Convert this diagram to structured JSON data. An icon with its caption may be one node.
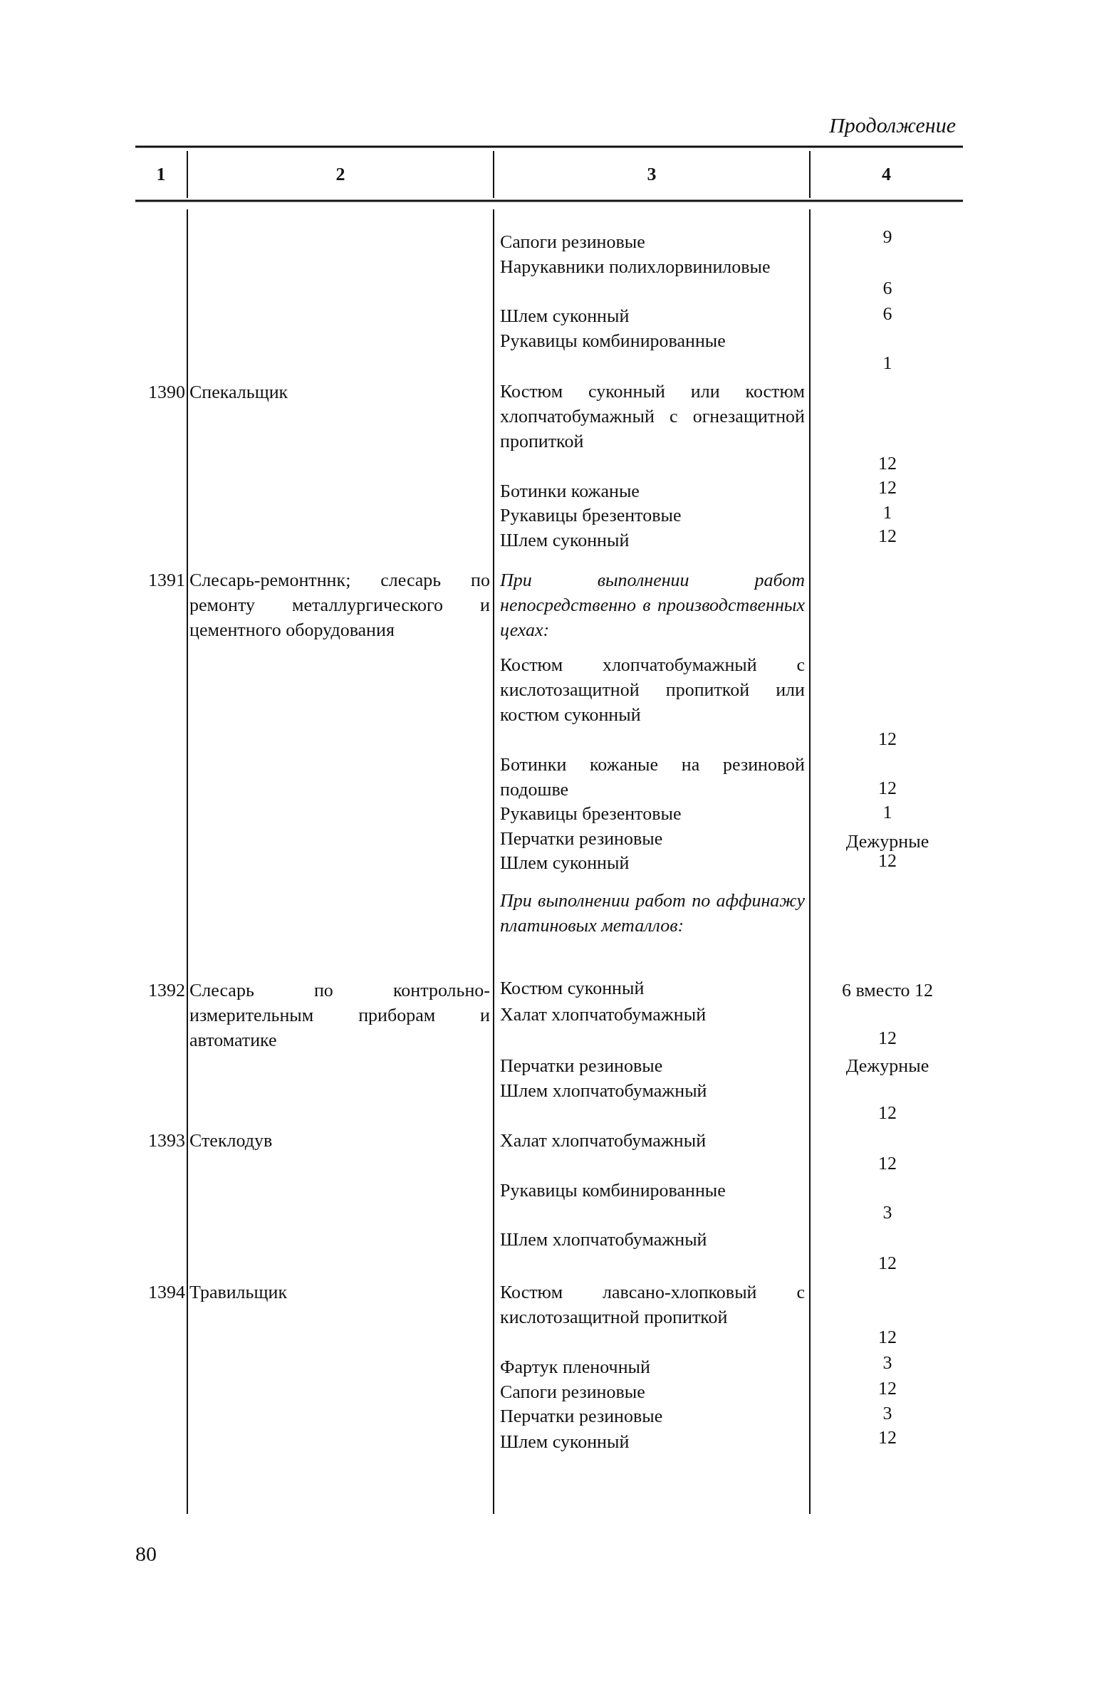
{
  "diagram": {
    "labels": [
      "Продолжение",
      "1",
      "2",
      "3",
      "4",
      "1390",
      "Спекальщик",
      "Сапоги резиновые",
      "9",
      "Нарукавники полихлорвиниловые",
      "6",
      "Шлем суконный",
      "6",
      "Рукавицы комбинированные",
      "1",
      "Костюм суконный или костюм хлопчатобумажный с огнезащитной пропиткой",
      "12",
      "Ботинки кожаные",
      "12",
      "Рукавицы брезентовые",
      "1",
      "Шлем суконный",
      "12",
      "1391",
      "Слесарь-ремонтннк; слесарь по ремонту металлургического и цементного оборудования",
      "При выполнении работ непосредственно в производственных цехах:",
      "Костюм хлопчатобумажный с кислотозащитной пропиткой или костюм суконный",
      "12",
      "Ботинки кожаные на резиновой подошве",
      "12",
      "Рукавицы брезентовые",
      "1",
      "Перчатки резиновые",
      "Дежурные",
      "Шлем суконный",
      "12",
      "При выполнении работ по аффинажу платиновых металлов:",
      "1392",
      "Слесарь по контрольно-измерительным приборам и автоматике",
      "Костюм суконный",
      "6 вместо 12",
      "Халат хлопчатобумажный",
      "12",
      "Перчатки резиновые",
      "Дежурные",
      "Шлем хлопчатобумажный",
      "12",
      "1393",
      "Стеклодув",
      "Халат хлопчатобумажный",
      "12",
      "Рукавицы комбинированные",
      "3",
      "Шлем хлопчатобумажный",
      "12",
      "1394",
      "Травильщик",
      "Костюм лавсано-хлопковый с кислотозащитной пропиткой",
      "12",
      "Фартук пленочный",
      "3",
      "Сапоги резиновые",
      "12",
      "Перчатки резиновые",
      "3",
      "Шлем суконный",
      "12",
      "80"
    ]
  }
}
